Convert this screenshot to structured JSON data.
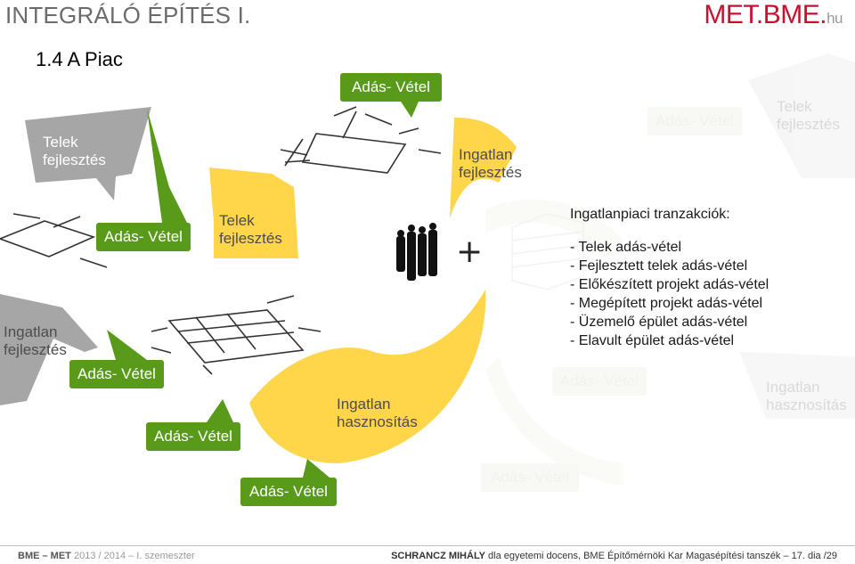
{
  "header": {
    "title": "INTEGRÁLÓ ÉPÍTÉS I.",
    "logo_main": "MET.BME.",
    "logo_suffix": "hu"
  },
  "section_title": "1.4 A Piac",
  "colors": {
    "green": "#5a9a1a",
    "yellow": "#ffd54a",
    "grey": "#a6a6a6",
    "brand_red": "#c9102e"
  },
  "labels": {
    "telek_fejlesztes_grey": "Telek\nfejlesztés",
    "adas_vetel_top": "Adás- Vétel",
    "ingatlan_fejlesztes_top": "Ingatlan\nfejlesztés",
    "adas_vetel_mid_left": "Adás- Vétel",
    "telek_fejlesztes_yellow": "Telek\nfejlesztés",
    "ingatlan_fejlesztes_left": "Ingatlan\nfejlesztés",
    "adas_vetel_left_low": "Adás- Vétel",
    "adas_vetel_bottom_left": "Adás- Vétel",
    "ingatlan_hasznositas": "Ingatlan\nhasznosítás",
    "adas_vetel_bottom": "Adás- Vétel",
    "plus": "+",
    "faint_adas_vetel_tr": "Adás- Vétel",
    "faint_telek_fejlesztes_tr": "Telek\nfejlesztés",
    "faint_adas_vetel_mid": "Adás- Vétel",
    "faint_ingatlan_hasznositas": "Ingatlan\nhasznosítás",
    "faint_adas_vetel_bottom": "Adás- Vétel"
  },
  "transactions": {
    "title": "Ingatlanpiaci tranzakciók:",
    "items": [
      "- Telek adás-vétel",
      "- Fejlesztett telek adás-vétel",
      "- Előkészített projekt adás-vétel",
      "- Megépített projekt adás-vétel",
      "- Üzemelő épület adás-vétel",
      "- Elavult épület adás-vétel"
    ]
  },
  "footer": {
    "left_bold": "BME – MET",
    "left_rest": " 2013 / 2014 – I. szemeszter",
    "right_bold": "SCHRANCZ MIHÁLY",
    "right_rest": " dla egyetemi docens, BME Építőmérnöki Kar Magasépítési tanszék – 17. dia /29"
  }
}
